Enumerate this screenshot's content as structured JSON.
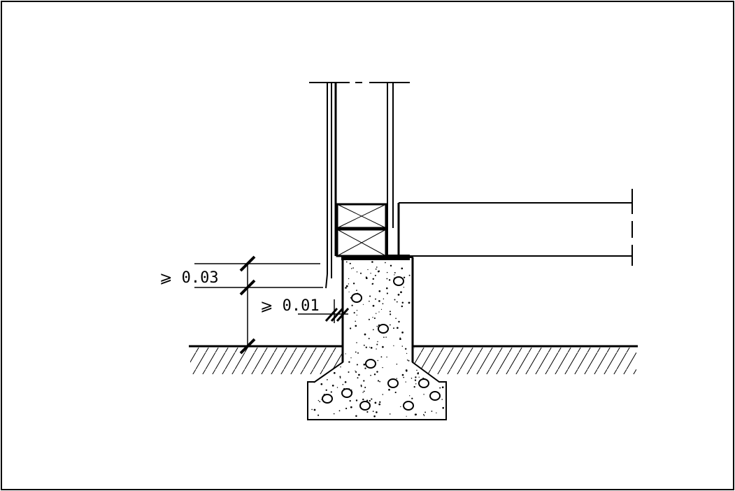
{
  "diagram": {
    "type": "construction-section-detail",
    "dimensions": [
      {
        "id": "sill-height",
        "label": "⩾ 0.03"
      },
      {
        "id": "gap",
        "label": "⩾ 0.01"
      }
    ],
    "colors": {
      "line": "#000000",
      "background": "#ffffff"
    }
  }
}
